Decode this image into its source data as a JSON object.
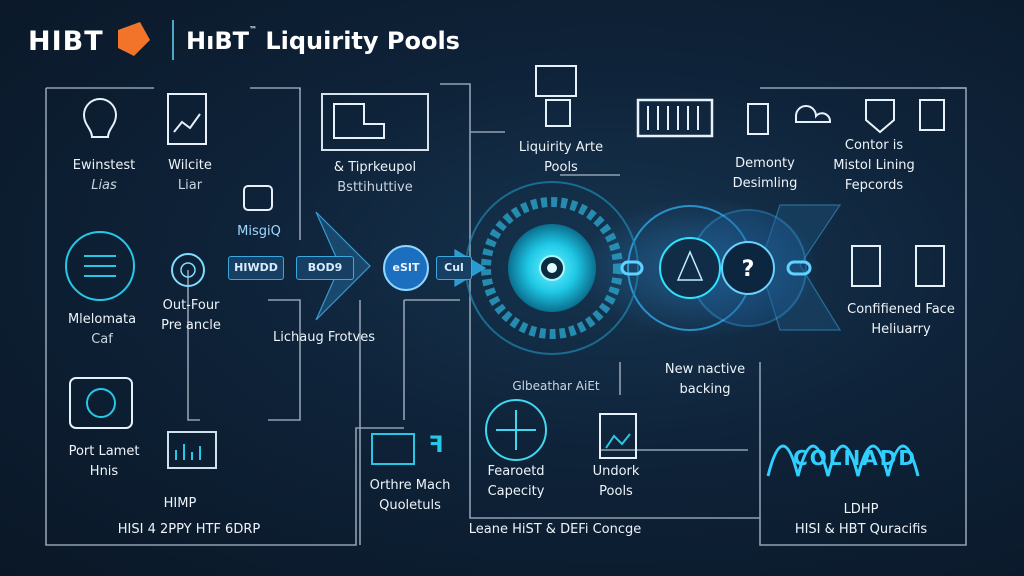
{
  "header": {
    "logo_text": "HIBT",
    "title": "HıBT",
    "title_superscript": "™",
    "title_rest": "Liquirity Pools"
  },
  "nodes": {
    "ewinstest": "Ewinstest",
    "lias": "Lias",
    "wilcite": "Wilcite",
    "liar": "Liar",
    "misgiq": "MisgiQ",
    "tiprkeupol": "& Tiprkeupol",
    "bstihuttive": "Bsttihuttive",
    "liquidity_arte": "Liquirity Arte",
    "pools_top": "Pools",
    "demonty": "Demonty",
    "desimling": "Desimling",
    "contor_is": "Contor is",
    "mistol_lining": "Mistol Lining",
    "fepcords": "Fepcords",
    "tag_hiwdd": "HIWDD",
    "tag_bod": "BOD9",
    "tag_eslt": "eSIT",
    "tag_cul": "Cul",
    "melomata": "Mlelomata",
    "caf": "Caf",
    "out_four": "Out-Four",
    "pre_ancle": "Pre ancle",
    "lichaug_frotves": "Lichaug Frotves",
    "confifiened_face": "Confifiened Face",
    "heliuarry": "Heliuarry",
    "new_nactive": "New nactive",
    "backing": "backing",
    "core_caption": "Glbeathar AiEt",
    "port_lamet": "Port Lamet",
    "hnis": "Hnis",
    "orthre_mach": "Orthre Mach",
    "quoletuls": "Quoletuls",
    "fearoetd": "Fearoetd",
    "capecity": "Capecity",
    "undork": "Undork",
    "pools_bottom": "Pools",
    "dig_text": "COLNADD",
    "himp": "HIMP",
    "hisi_line": "HISI 4 2PPY HTF 6DRP",
    "leane_line": "Leane HiST & DEFi Concge",
    "ldhp": "LDHP",
    "hisi_hibt": "HISI & HBT Quracifis"
  },
  "colors": {
    "accent": "#27c7e6",
    "glow": "#2fe3ff",
    "line": "#b9c7d6",
    "logo_orange": "#f2742b",
    "background": "#0e2238"
  }
}
